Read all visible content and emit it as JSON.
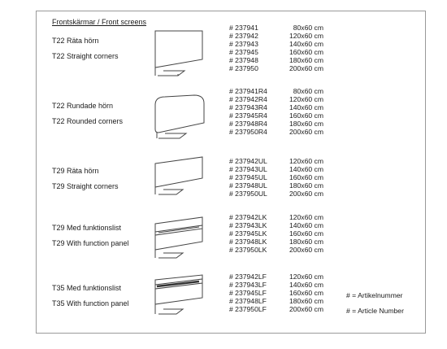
{
  "page_title": "Frontskärmar  /  Front screens",
  "sections": [
    {
      "label_sv": "T22 Räta hörn",
      "label_en": "T22 Straight corners",
      "drawing": "straight",
      "items": [
        {
          "num": "# 237941",
          "size": "80x60 cm"
        },
        {
          "num": "# 237942",
          "size": "120x60 cm"
        },
        {
          "num": "# 237943",
          "size": "140x60 cm"
        },
        {
          "num": "# 237945",
          "size": "160x60 cm"
        },
        {
          "num": "# 237948",
          "size": "180x60 cm"
        },
        {
          "num": "# 237950",
          "size": "200x60 cm"
        }
      ]
    },
    {
      "label_sv": "T22 Rundade hörn",
      "label_en": "T22 Rounded corners",
      "drawing": "rounded",
      "items": [
        {
          "num": "# 237941R4",
          "size": "80x60 cm"
        },
        {
          "num": "# 237942R4",
          "size": "120x60 cm"
        },
        {
          "num": "# 237943R4",
          "size": "140x60 cm"
        },
        {
          "num": "# 237945R4",
          "size": "160x60 cm"
        },
        {
          "num": "# 237948R4",
          "size": "180x60 cm"
        },
        {
          "num": "# 237950R4",
          "size": "200x60 cm"
        }
      ]
    },
    {
      "label_sv": "T29 Räta hörn",
      "label_en": "T29 Straight corners",
      "drawing": "straight",
      "items": [
        {
          "num": "# 237942UL",
          "size": "120x60 cm"
        },
        {
          "num": "# 237943UL",
          "size": "140x60 cm"
        },
        {
          "num": "# 237945UL",
          "size": "160x60 cm"
        },
        {
          "num": "# 237948UL",
          "size": "180x60 cm"
        },
        {
          "num": "# 237950UL",
          "size": "200x60 cm"
        }
      ]
    },
    {
      "label_sv": "T29 Med funktionslist",
      "label_en": "T29 With function panel",
      "drawing": "function-panel",
      "items": [
        {
          "num": "# 237942LK",
          "size": "120x60 cm"
        },
        {
          "num": "# 237943LK",
          "size": "140x60 cm"
        },
        {
          "num": "# 237945LK",
          "size": "160x60 cm"
        },
        {
          "num": "# 237948LK",
          "size": "180x60 cm"
        },
        {
          "num": "# 237950LK",
          "size": "200x60 cm"
        }
      ]
    },
    {
      "label_sv": "T35 Med funktionslist",
      "label_en": "T35 With function panel",
      "drawing": "function-panel-thick",
      "items": [
        {
          "num": "# 237942LF",
          "size": "120x60 cm"
        },
        {
          "num": "# 237943LF",
          "size": "140x60 cm"
        },
        {
          "num": "# 237945LF",
          "size": "160x60 cm"
        },
        {
          "num": "# 237948LF",
          "size": "180x60 cm"
        },
        {
          "num": "# 237950LF",
          "size": "200x60 cm"
        }
      ]
    }
  ],
  "legend": {
    "sv": "# = Artikelnummer",
    "en": "# = Article Number"
  }
}
